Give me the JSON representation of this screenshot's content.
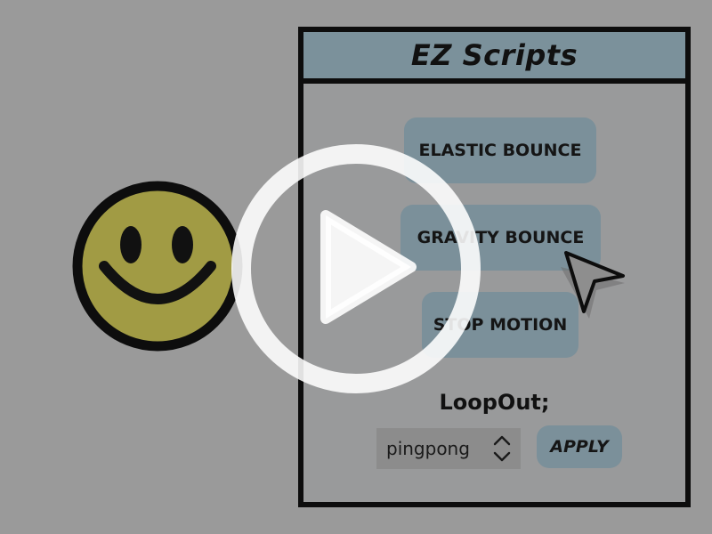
{
  "panel": {
    "title": "EZ Scripts",
    "buttons": [
      {
        "label": "ELASTIC BOUNCE"
      },
      {
        "label": "GRAVITY BOUNCE"
      },
      {
        "label": "STOP MOTION"
      }
    ],
    "loop_label": "LoopOut;",
    "loop_select": {
      "value": "pingpong"
    },
    "apply_label": "APPLY"
  },
  "colors": {
    "background": "#9a9a9a",
    "header": "#7b919b",
    "button": "#7b909a",
    "smiley_face": "#a19b44",
    "border": "#0d0d0d"
  },
  "icons": [
    "smiley-face-icon",
    "pointer-cursor-icon",
    "play-icon",
    "up-down-chevron-icon"
  ]
}
